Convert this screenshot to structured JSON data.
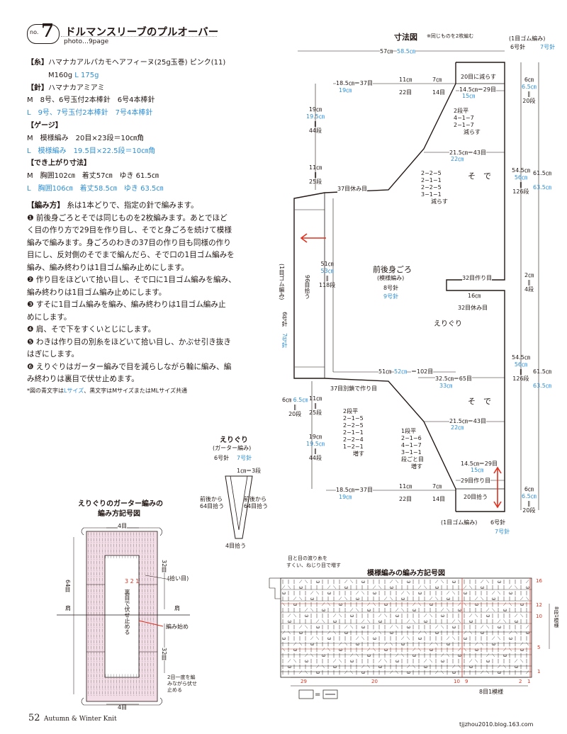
{
  "header": {
    "no_prefix": "no.",
    "no_num": "7",
    "title": "ドルマンスリーブのプルオーバー",
    "photo_ref": "photo…9page"
  },
  "materials": {
    "yarn_head": "【糸】",
    "yarn_text": "ハマナカアルパカモヘアフィーヌ(25g玉巻) ピンク(11)",
    "yarn_m": "M160g",
    "yarn_l": "L 175g",
    "needle_head": "【針】",
    "needle_text": "ハマナカアミアミ",
    "needle_m": "M　8号、6号玉付2本棒針　6号4本棒針",
    "needle_l": "L　9号、7号玉付2本棒針　7号4本棒針",
    "gauge_head": "【ゲージ】",
    "gauge_m": "M　模様編み　20目×23段＝10㎝角",
    "gauge_l": "L　模様編み　19.5目×22.5段＝10㎝角",
    "size_head": "【でき上がり寸法】",
    "size_m": "M　胸囲102㎝　着丈57㎝　ゆき 61.5㎝",
    "size_l": "L　胸囲106㎝　着丈58.5㎝　ゆき 63.5㎝"
  },
  "method": {
    "head": "【編み方】",
    "intro": "糸は1本どりで、指定の針で編みます。",
    "l1": "❶ 前後身ごろとそでは同じものを2枚編みます。あとでほど",
    "l2": "く目の作り方で29目を作り目し、そでと身ごろを続けて模様",
    "l3": "編みで編みます。身ごろのわきの37目の作り目も同様の作り",
    "l4": "目にし、反対側のそでまで編んだら、そで口の1目ゴム編みを",
    "l5": "編み、編み終わりは1目ゴム編み止めにします。",
    "l6": "❷ 作り目をほどいて拾い目し、そで口に1目ゴム編みを編み、",
    "l7": "編み終わりは1目ゴム編み止めにします。",
    "l8": "❸ すそに1目ゴム編みを編み、編み終わりは1目ゴム編み止",
    "l9": "めにします。",
    "l10": "❹ 肩、そで下をすくいとじにします。",
    "l11": "❺ わきは作り目の別糸をほどいて拾い目し、かぶせ引き抜き",
    "l12": "はぎにします。",
    "l13": "❻ えりぐりはガーター編みで目を減らしながら輪に編み、編",
    "l14": "み終わりは裏目で伏せ止めます。",
    "note_pre": "*図の青文字は",
    "note_l": "Lサイズ",
    "note_post": "、黒文字はMサイズまたはMLサイズ共通"
  },
  "schematic": {
    "title": "寸法図",
    "note": "※同じものを2枚編む",
    "rib_top": "(1目ゴム編み)",
    "needle_top": "6号針",
    "needle_top_l": "7号針",
    "width_57": "57㎝",
    "width_585": "58.5㎝",
    "c185": "18.5㎝＝37目",
    "c19": "19㎝",
    "c11_22": "11㎝",
    "c22": "22目",
    "c7": "7㎝",
    "c14": "14目",
    "dec20": "20目に減らす",
    "c145": "14.5㎝＝29目",
    "c15": "15㎝",
    "dec_a": "2段平",
    "dec_b": "4−1−7",
    "dec_c": "2−1−7",
    "dec_d": "減らす",
    "c215": "21.5㎝＝43目",
    "c22cm": "22㎝",
    "dec2_a": "2−2−5",
    "dec2_b": "2−1−1",
    "dec2_c": "2−2−5",
    "dec2_d": "3−1−1",
    "dec2_e": "減らす",
    "sleeve": "そ　で",
    "rest37": "37目休み目",
    "c19_v": "19㎝",
    "c195_v": "19.5㎝",
    "r44": "44段",
    "c11_v": "11㎝",
    "r25": "25段",
    "c545": "54.5㎝",
    "c56": "56㎝",
    "r126": "126段",
    "c615": "61.5㎝",
    "c635": "63.5㎝",
    "c6": "6㎝",
    "c65": "6.5㎝",
    "r20": "20段",
    "body_name": "前後身ごろ",
    "body_pattern": "(模様編み)",
    "body_needle": "8号針",
    "body_needle_l": "9号針",
    "c51": "51㎝",
    "c53": "53㎝",
    "r118": "118段",
    "pick96": "96目拾う",
    "rib_side": "(1目ゴム編み)",
    "needle_side": "6号針",
    "needle_side_l": "7号針",
    "cast32": "32目作り目",
    "c16": "16㎝",
    "rest32": "32目休み目",
    "c2": "2㎝",
    "r4": "4段",
    "neck": "えりぐり",
    "c51b": "51㎝",
    "c52": "52㎝",
    "c102": "＝102目",
    "c325": "32.5㎝＝65目",
    "c33": "33㎝",
    "cast37": "37目別鎖で作り目",
    "inc_a": "2段平",
    "inc_b": "2−1−5",
    "inc_c": "2−2−5",
    "inc_d": "2−1−1",
    "inc_e": "2−2−4",
    "inc_f": "1−2−1",
    "inc_g": "増す",
    "inc2_a": "1段平",
    "inc2_b": "2−1−6",
    "inc2_c": "4−1−7",
    "inc2_d": "3−1−1",
    "inc2_e": "段ごと目",
    "inc2_f": "増す",
    "pick29": "29目作り目",
    "pick20": "20目拾う",
    "rib_bot": "(1目ゴム編み)",
    "needle_bot": "6号針",
    "needle_bot_l": "7号針"
  },
  "neckband": {
    "title": "えりぐり",
    "sub": "(ガーター編み)",
    "needle": "6号針",
    "needle_l": "7号針",
    "c1": "1㎝＝3段",
    "front": "前後から",
    "front2": "64目拾う",
    "back": "前後から",
    "back2": "64目拾う",
    "pick4": "4目拾う"
  },
  "chart_left": {
    "title1": "えりぐりのガーター編みの",
    "title2": "編み方記号図",
    "top4": "4目",
    "r64": "64目",
    "r32a": "32目",
    "r32b": "32目",
    "bot4": "4目",
    "pick": "(拾い目)",
    "shoulder_l": "肩",
    "shoulder_r": "肩",
    "start": "編み始め",
    "bind": "裏目で伏せ止める",
    "dec": "2目一度を編みながら伏せ止める",
    "nums": "3 2 1"
  },
  "chart_right": {
    "title": "模様編みの編み方記号図",
    "note1": "目と目の渡り糸を",
    "note2": "すくい、ねじり目で増す",
    "legend": "□ ＝ ▭",
    "r16": "16",
    "r12": "12",
    "r10": "10",
    "r5": "5",
    "r1": "1",
    "rep_a": "8段1模様",
    "rep_b": "8目1模様",
    "c29": "29",
    "c20": "20",
    "c10": "10",
    "c9": "9",
    "c2": "2",
    "c1": "1"
  },
  "footer": {
    "page": "52",
    "book": "Autumn & Winter Knit",
    "credit": "tjjzhou2010.blog.163.com"
  }
}
